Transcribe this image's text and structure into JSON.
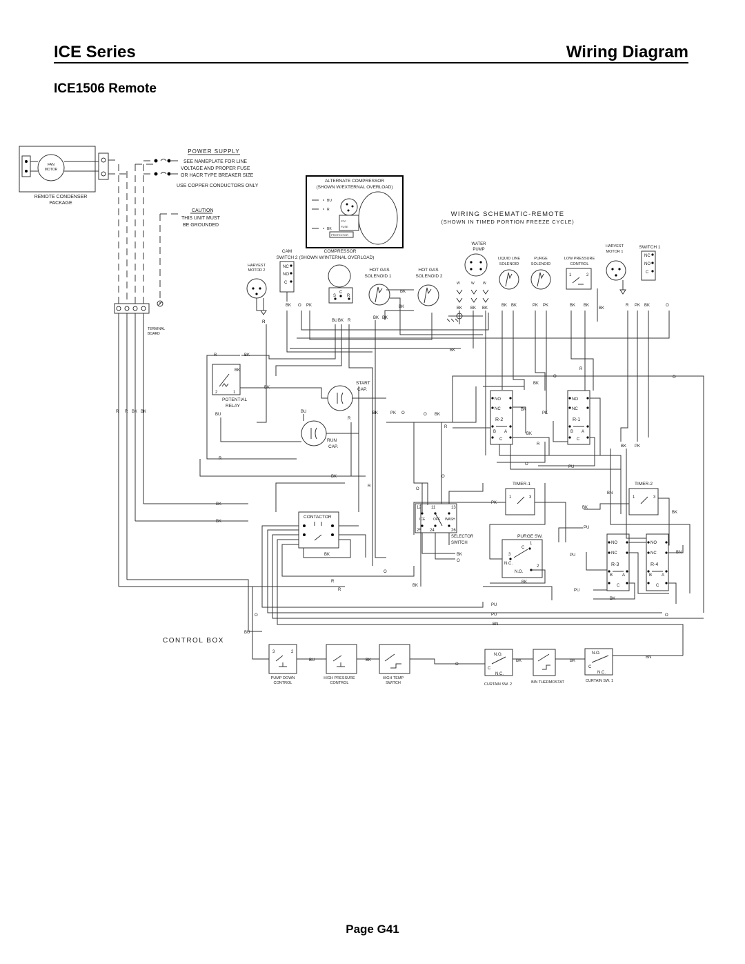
{
  "header": {
    "series": "ICE Series",
    "doc_type": "Wiring Diagram",
    "model": "ICE1506 Remote"
  },
  "footer": {
    "page": "Page G41"
  },
  "diagram": {
    "title": "WIRING SCHEMATIC-REMOTE",
    "subtitle": "(SHOWN IN TIMED PORTION FREEZE CYCLE)",
    "power_supply": {
      "title": "POWER SUPPLY",
      "lines": [
        "SEE NAMEPLATE FOR LINE",
        "VOLTAGE AND PROPER FUSE",
        "OR HACR TYPE BREAKER SIZE",
        "USE COPPER CONDUCTORS ONLY"
      ]
    },
    "caution": {
      "title": "CAUTION",
      "lines": [
        "THIS UNIT MUST",
        "BE GROUNDED"
      ]
    },
    "remote_condenser": {
      "motor": [
        "FAN",
        "MOTOR"
      ],
      "label": [
        "REMOTE CONDENSER",
        "PACKAGE"
      ]
    },
    "alt_compressor": {
      "title": "ALTERNATE COMPRESSOR",
      "subtitle": "(SHOWN W/EXTERNAL OVERLOAD)",
      "wires": [
        "BU",
        "R",
        "BK"
      ],
      "tags": [
        "PROTECTOR",
        "PTC",
        "FUSE"
      ]
    },
    "control_box": "CONTROL BOX",
    "terminal_board": [
      "TERMINAL",
      "BOARD"
    ],
    "harvest_motor_2": [
      "HARVEST",
      "MOTOR 2"
    ],
    "harvest_motor_1": [
      "HARVEST",
      "MOTOR 1"
    ],
    "cam_switch": [
      "CAM",
      "SWITCH 2"
    ],
    "compressor": [
      "COMPRESSOR",
      "(SHOWN W/INTERNAL OVERLOAD)"
    ],
    "compressor_terms": [
      "S",
      "C",
      "R"
    ],
    "switch_terms": [
      "NC",
      "NO",
      "C"
    ],
    "hot_gas_1": [
      "HOT GAS",
      "SOLENOID 1"
    ],
    "hot_gas_2": [
      "HOT GAS",
      "SOLENOID 2"
    ],
    "water_pump": [
      "WATER",
      "PUMP"
    ],
    "liquid_line": [
      "LIQUID LINE",
      "SOLENOID"
    ],
    "purge_solenoid": [
      "PURGE",
      "SOLENOID"
    ],
    "low_pressure": [
      "LOW PRESSURE",
      "CONTROL"
    ],
    "switch_1": "SWITCH 1",
    "potential_relay": [
      "POTENTIAL",
      "RELAY"
    ],
    "start_cap": [
      "START",
      "CAP."
    ],
    "run_cap": [
      "RUN",
      "CAP."
    ],
    "contactor": "CONTACTOR",
    "selector_switch": [
      "SELECTOR",
      "SWITCH"
    ],
    "selector_positions": [
      "ICE",
      "OFF",
      "WASH"
    ],
    "selector_terms": [
      "12",
      "11",
      "13",
      "25",
      "24",
      "26"
    ],
    "relays": [
      "R-2",
      "R-1",
      "R-3",
      "R-4"
    ],
    "relay_contacts": [
      "NO",
      "NC",
      "B",
      "A",
      "C"
    ],
    "timers": [
      "TIMER-1",
      "TIMER-2"
    ],
    "purge_switch": "PURGE SW.",
    "purge_terms": [
      "C",
      "1",
      "3",
      "2",
      "N.C.",
      "N.O."
    ],
    "bottom_controls": [
      [
        "PUMP DOWN",
        "CONTROL"
      ],
      [
        "HIGH PRESSURE",
        "CONTROL"
      ],
      [
        "HIGH TEMP",
        "SWITCH"
      ],
      [
        "CURTAIN SW. 2"
      ],
      [
        "BIN THERMOSTAT"
      ],
      [
        "CURTAIN SW. 1"
      ]
    ],
    "wire_colors": [
      "BK",
      "R",
      "O",
      "PK",
      "BU",
      "PU",
      "BN",
      "W"
    ]
  }
}
